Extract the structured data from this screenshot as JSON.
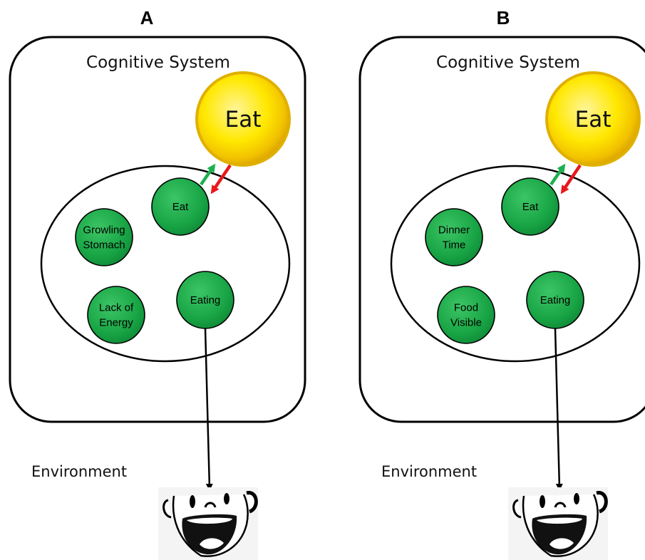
{
  "panels": [
    {
      "label": "A",
      "system_title": "Cognitive System",
      "goal_label": "Eat",
      "environment_label": "Environment",
      "nodes": {
        "eat": [
          "Eat"
        ],
        "cue1": [
          "Growling",
          "Stomach"
        ],
        "cue2": [
          "Lack of",
          "Energy"
        ],
        "eating": [
          "Eating"
        ]
      }
    },
    {
      "label": "B",
      "system_title": "Cognitive System",
      "goal_label": "Eat",
      "environment_label": "Environment",
      "nodes": {
        "eat": [
          "Eat"
        ],
        "cue1": [
          "Dinner",
          "Time"
        ],
        "cue2": [
          "Food",
          "Visible"
        ],
        "eating": [
          "Eating"
        ]
      }
    }
  ],
  "colors": {
    "node_fill": "#1aa34a",
    "goal_fill": "#ffe500",
    "arrow_up": "#1eb04f",
    "arrow_down": "#e8181b",
    "output_arrow": "#000000"
  }
}
